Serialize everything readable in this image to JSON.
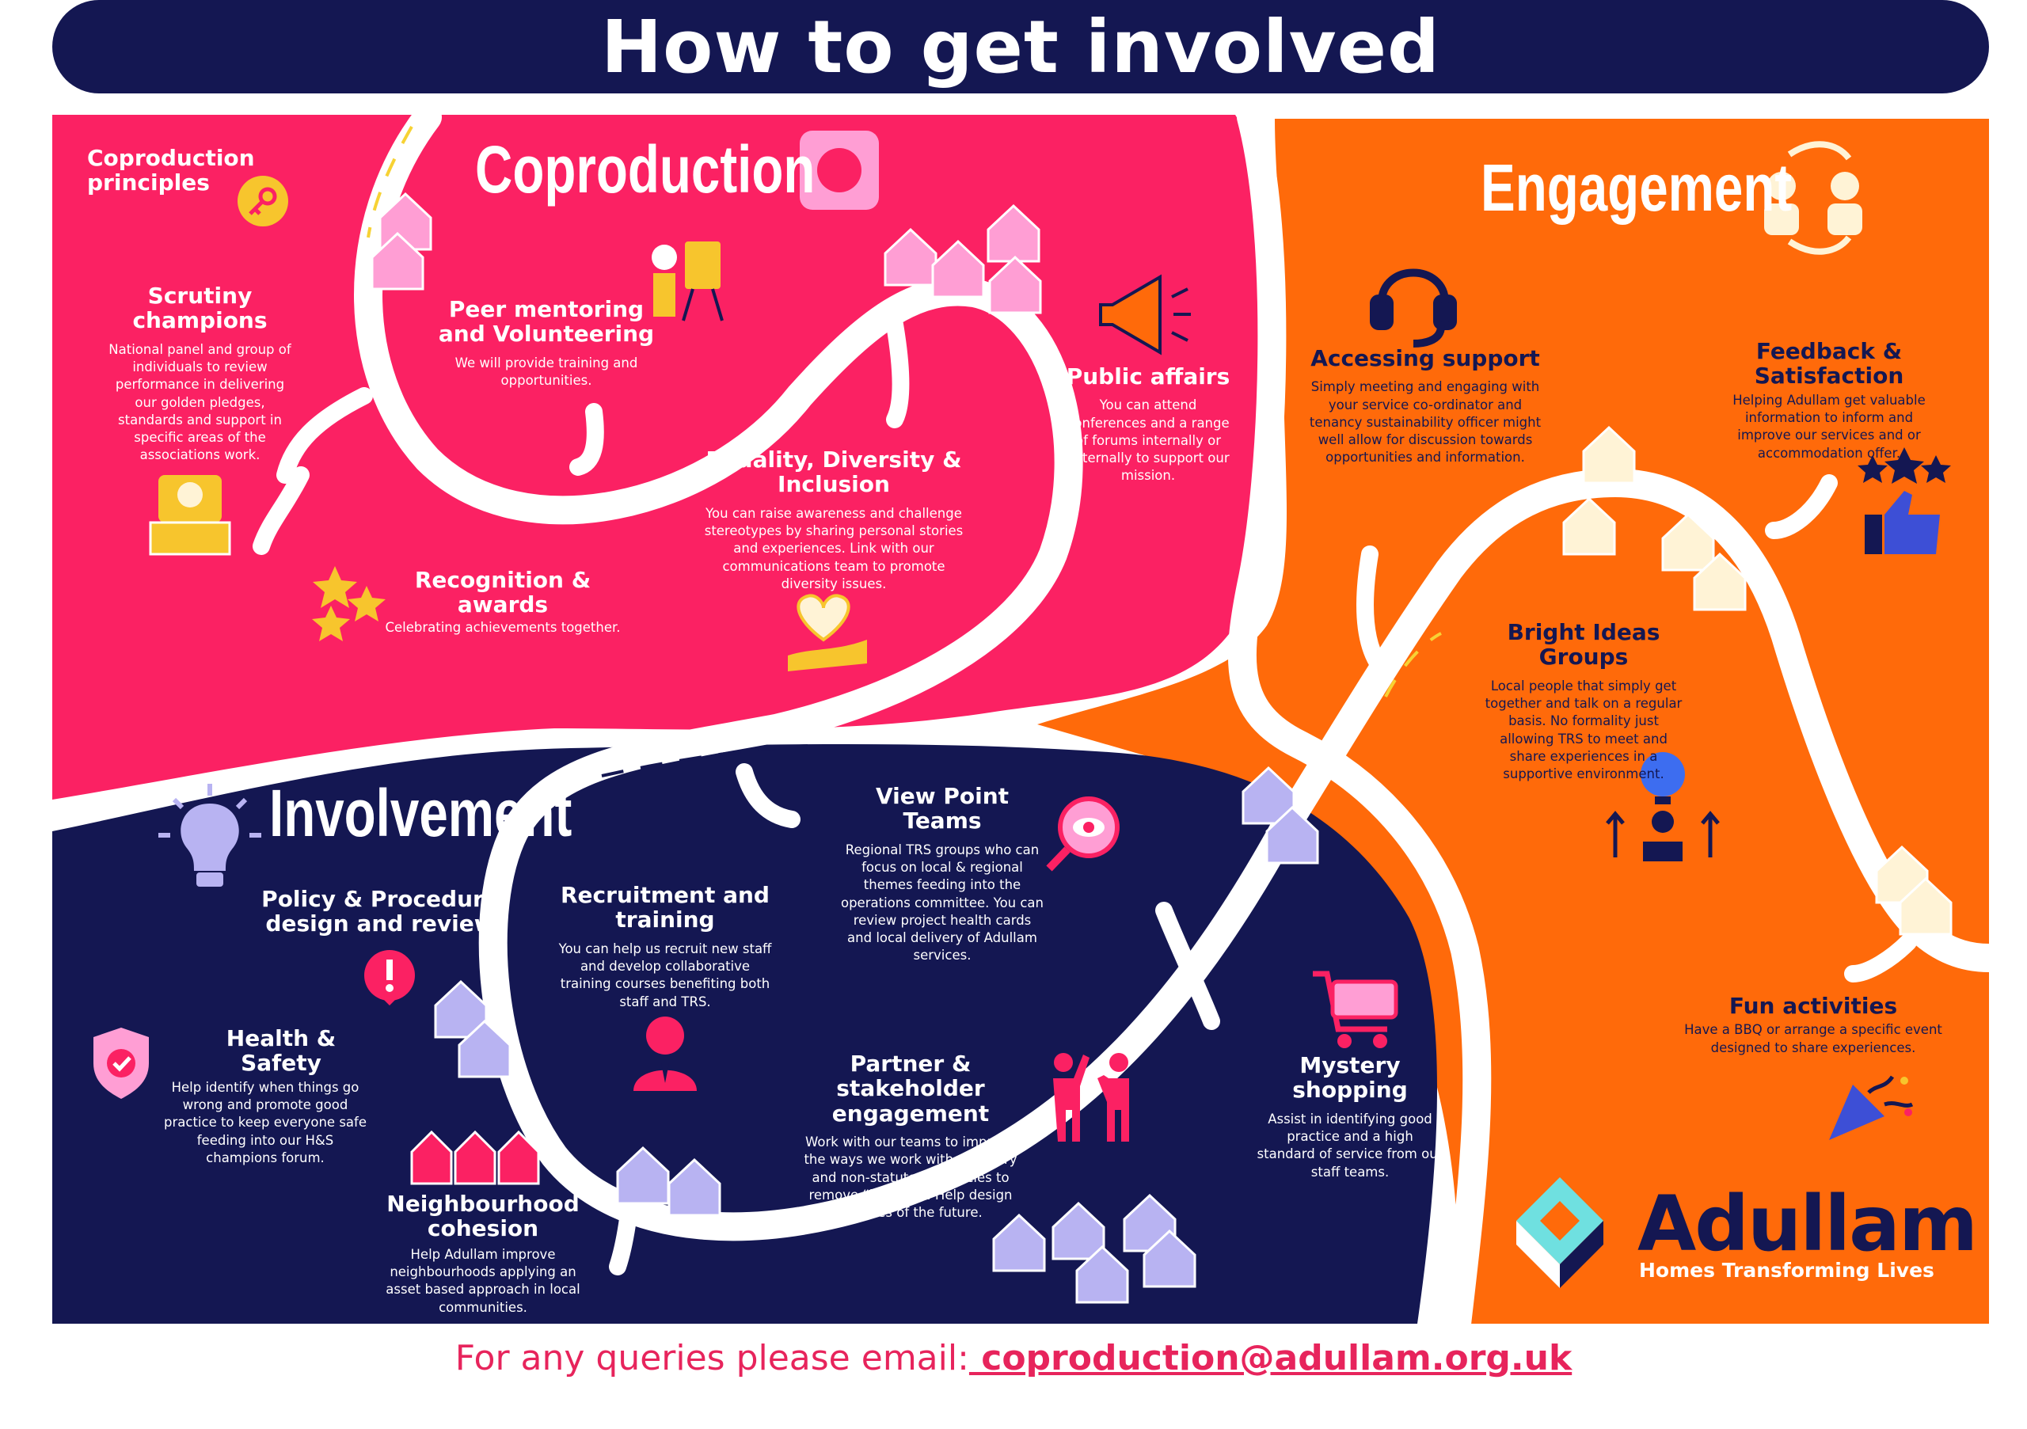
{
  "title": "How to get involved",
  "colors": {
    "navy": "#141752",
    "pink": "#fb2163",
    "orange": "#ff6a0a",
    "white": "#ffffff"
  },
  "sections": {
    "coproduction": {
      "title": "Coproduction",
      "icon": "hands-circle-icon"
    },
    "engagement": {
      "title": "Engagement",
      "icon": "people-exchange-icon"
    },
    "involvement": {
      "title": "Involvement",
      "icon": "lightbulb-icon"
    }
  },
  "items": {
    "coproduction_principles": {
      "title": "Coproduction principles",
      "icon": "key-icon"
    },
    "scrutiny_champions": {
      "title": "Scrutiny champions",
      "desc": "National panel and group of individuals to review performance in delivering our golden pledges, standards and support in specific areas of the associations work.",
      "icon": "speaker-podium-icon"
    },
    "peer_mentoring": {
      "title": "Peer mentoring and Volunteering",
      "desc": "We will provide training and opportunities.",
      "icon": "presentation-icon"
    },
    "recognition": {
      "title": "Recognition & awards",
      "desc": "Celebrating achievements together.",
      "icon": "stars-icon"
    },
    "equality": {
      "title": "Equality, Diversity & Inclusion",
      "desc": "You can raise awareness and challenge stereotypes by sharing personal stories and experiences. Link with our communications team to promote diversity issues.",
      "icon": "heart-hand-icon"
    },
    "public_affairs": {
      "title": "Public affairs",
      "desc": "You can attend conferences and a range of forums internally or externally to support our mission.",
      "icon": "megaphone-icon"
    },
    "accessing_support": {
      "title": "Accessing support",
      "desc": "Simply meeting and engaging with your service co-ordinator and tenancy sustainability officer might well allow for discussion towards opportunities and information.",
      "icon": "headset-icon"
    },
    "feedback": {
      "title": "Feedback & Satisfaction",
      "desc": "Helping Adullam get valuable information to inform and improve our services and or accommodation offer.",
      "icon": "thumbs-up-stars-icon"
    },
    "bright_ideas": {
      "title": "Bright Ideas Groups",
      "desc": "Local people that simply get together and talk on a regular basis.  No formality just allowing TRS to meet and share experiences in a supportive environment.",
      "icon": "idea-person-icon"
    },
    "fun_activities": {
      "title": "Fun activities",
      "desc": "Have a BBQ or arrange a specific event designed to share experiences.",
      "icon": "party-popper-icon"
    },
    "policy": {
      "title": "Policy & Procedure design and review",
      "icon": "warning-icon"
    },
    "health_safety": {
      "title": "Health & Safety",
      "desc": "Help identify when things go wrong and promote good practice to keep everyone safe feeding into our H&S champions forum.",
      "icon": "shield-check-icon"
    },
    "neighbourhood": {
      "title": "Neighbourhood cohesion",
      "desc": "Help Adullam improve neighbourhoods applying an asset based approach in local communities.",
      "icon": "houses-icon"
    },
    "recruitment": {
      "title": "Recruitment and training",
      "desc": "You can help us recruit new staff and develop collaborative training courses benefiting both staff and TRS.",
      "icon": "recruit-person-icon"
    },
    "view_point": {
      "title": "View Point Teams",
      "desc": "Regional TRS groups who can focus on local & regional themes feeding into the operations committee.  You can review project health cards and local delivery of Adullam services.",
      "icon": "magnifier-eye-icon"
    },
    "partner": {
      "title": "Partner & stakeholder engagement",
      "desc": "Work with our teams to improve the ways we work with statutory and non-statutory agencies to remove “barriers”.  Help design services of the future.",
      "icon": "high-five-icon"
    },
    "mystery": {
      "title": "Mystery shopping",
      "desc": "Assist in identifying good practice and a high standard of service from our staff teams.",
      "icon": "shopping-cart-icon"
    }
  },
  "brand": {
    "name": "Adullam",
    "tagline": "Homes Transforming Lives",
    "icon": "adullam-logo-icon"
  },
  "footer": {
    "prefix": "For any queries please email:",
    "email": " coproduction@adullam.org.uk "
  }
}
